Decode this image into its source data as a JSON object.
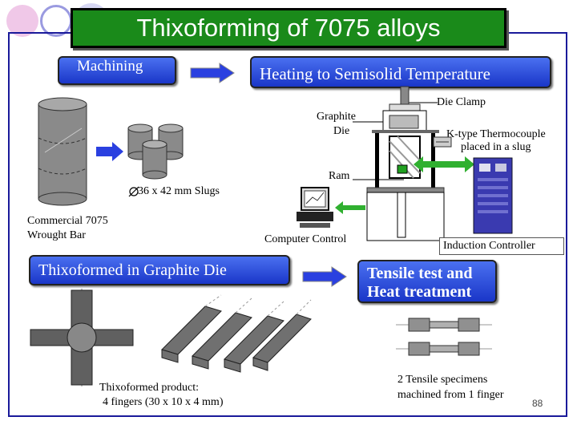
{
  "slide": {
    "title": "Thixoforming of 7075 alloys",
    "page_number": "88"
  },
  "steps": {
    "machining": "Machining",
    "heating": "Heating to Semisolid Temperature",
    "thixoformed": "Thixoformed in Graphite Die",
    "tensile_line1": "Tensile test and",
    "tensile_line2": "Heat treatment"
  },
  "labels": {
    "commercial_line1": "Commercial 7075",
    "commercial_line2": "Wrought Bar",
    "slugs": "36 x 42 mm Slugs",
    "graphite_line1": "Graphite",
    "graphite_line2": "Die",
    "die_clamp": "Die Clamp",
    "thermo_line1": "K-type Thermocouple",
    "thermo_line2": "placed in a slug",
    "ram": "Ram",
    "computer_control": "Computer Control",
    "induction_controller": "Induction Controller",
    "product_line1": "Thixoformed product:",
    "product_line2": "4 fingers (30 x 10 x 4 mm)",
    "specimens_line1": "2 Tensile specimens",
    "specimens_line2": "machined from 1 finger"
  },
  "colors": {
    "title_bg": "#1a8a1a",
    "frame": "#1a1a9a",
    "button_blue": "#2a4ad8",
    "arrow_blue": "#2a40e0",
    "cylinder_gray": "#8a8a8a",
    "arrow_green": "#30b030"
  }
}
